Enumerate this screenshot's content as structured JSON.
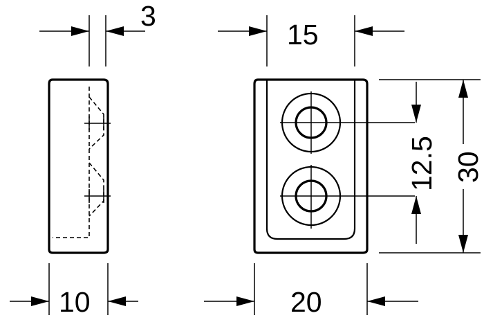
{
  "dimensions": {
    "thickness_top": "3",
    "width_top": "15",
    "hole_spacing": "12.5",
    "height": "30",
    "depth_bottom": "10",
    "width_bottom": "20"
  }
}
